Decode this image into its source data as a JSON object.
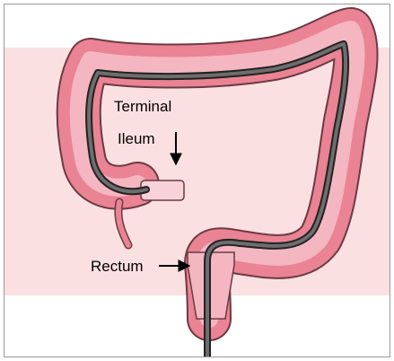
{
  "figure": {
    "labels": {
      "terminal_ileum_line1": "Terminal",
      "terminal_ileum_line2": "Ileum",
      "rectum": "Rectum"
    },
    "colors": {
      "band": "#fbe0e1",
      "colon_wall": "#ea8393",
      "colon_outline": "#6b3a42",
      "colon_lumen": "#f4b6c1",
      "scope": "#555555",
      "frame_border": "#9a9a9a"
    }
  }
}
